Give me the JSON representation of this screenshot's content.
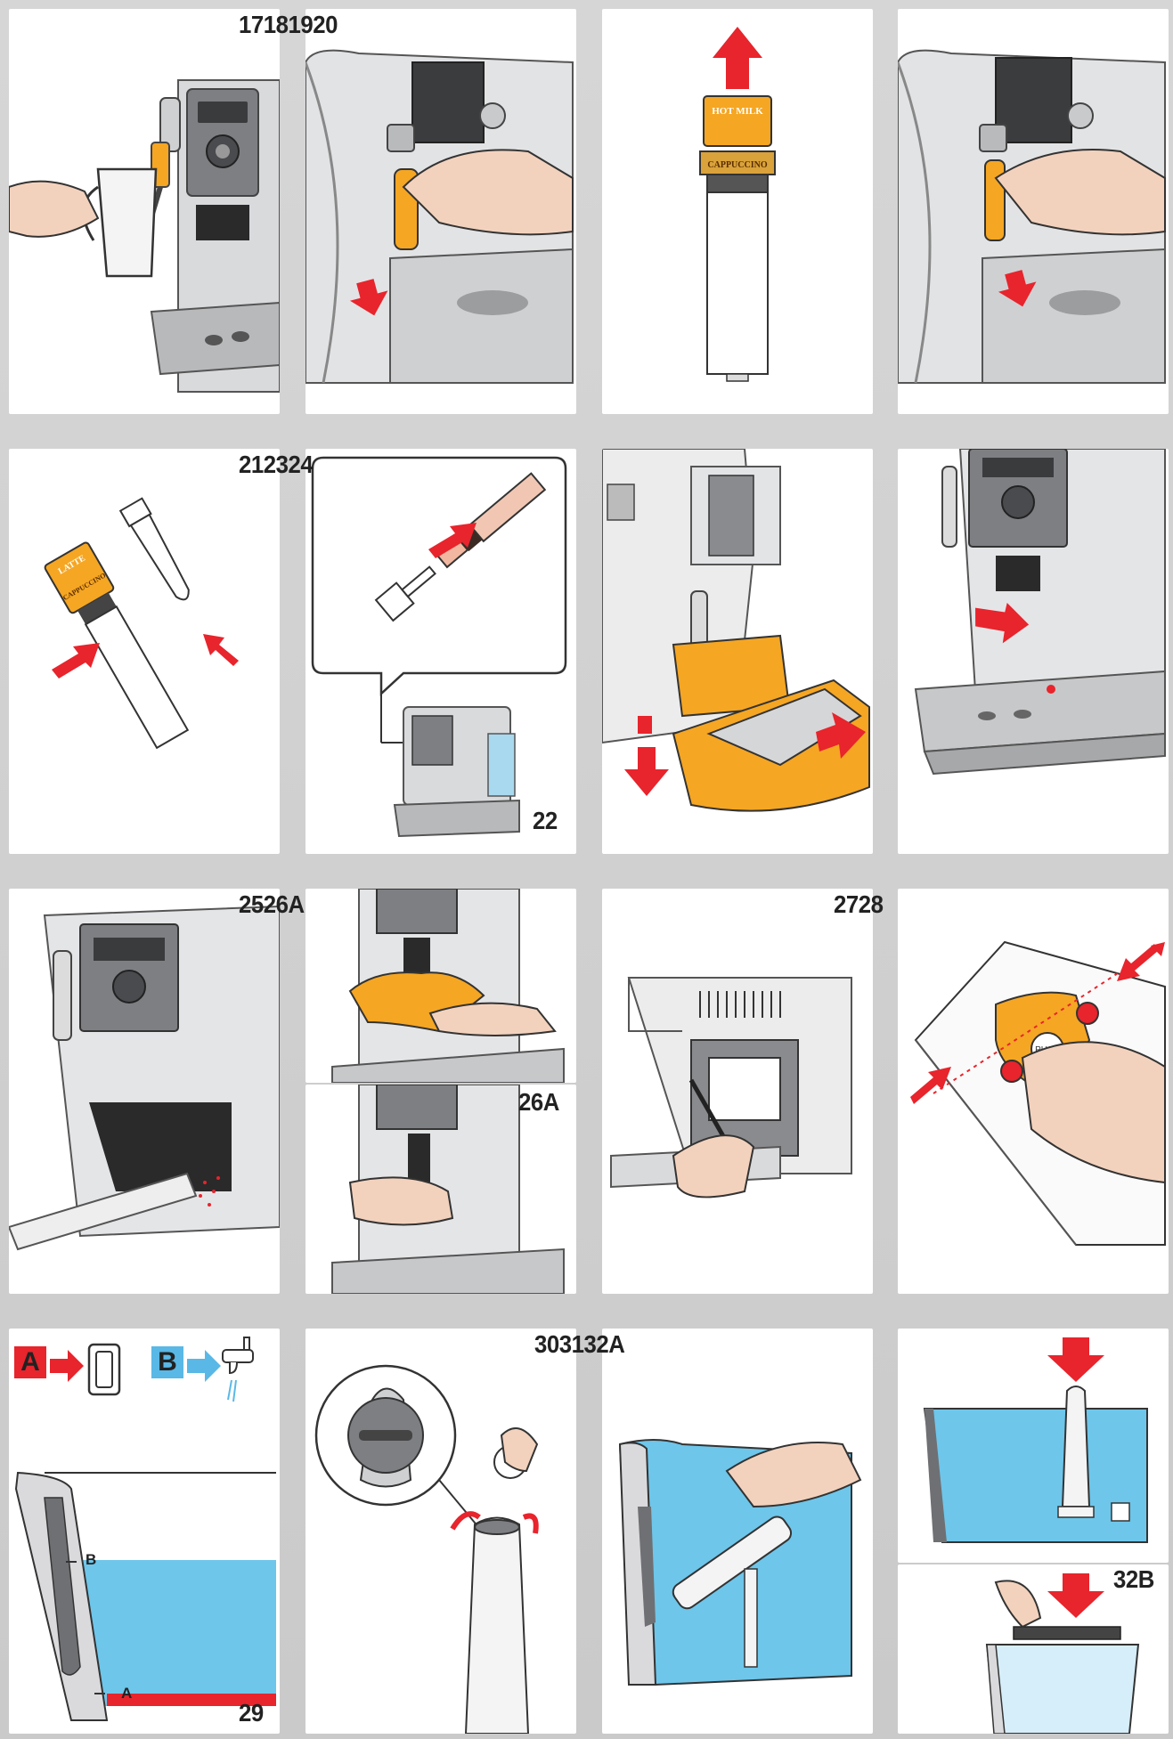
{
  "labels": {
    "row1": "17181920",
    "row2": "212324",
    "step22": "22",
    "row3": "2526A",
    "step26a": "26A",
    "step2728": "2728",
    "row4": "303132A",
    "step29": "29",
    "step32b": "32B"
  },
  "markings": {
    "sleeve_top": "HOT MILK",
    "sleeve_bottom": "CAPPUCCINO",
    "sleeve_small_top": "LATTE",
    "sleeve_small_bottom": "CAPPUCCINO",
    "push_button": "PUSH",
    "legend_a": "A",
    "legend_b": "B",
    "level_a": "A",
    "level_b": "B"
  },
  "colors": {
    "arrow_red": "#e8242c",
    "part_orange": "#f5a623",
    "water_blue": "#6ec6ea",
    "legend_b_blue": "#59b8e6",
    "machine_grey": "#d9dadc"
  },
  "icons": [
    "red-arrow-icon",
    "blue-arrow-icon",
    "tap-icon",
    "filter-frame-icon"
  ]
}
